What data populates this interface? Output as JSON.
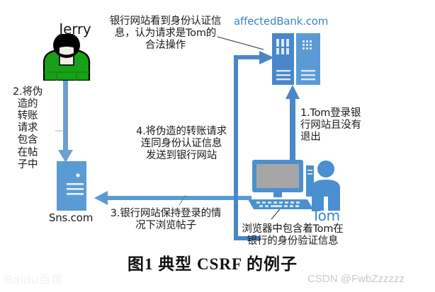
{
  "figure": {
    "caption": "图1  典型 CSRF 的例子",
    "background_color": "#ffffff"
  },
  "actors": {
    "attacker": {
      "name": "Jerry",
      "body_color": "#18a018",
      "hair_color": "#000000",
      "face_color": "#f2f0e6"
    },
    "victim": {
      "name": "Tom",
      "color": "#4a90d0"
    }
  },
  "nodes": {
    "sns_server": {
      "label": "Sns.com",
      "color": "#5b9bd5"
    },
    "bank_server": {
      "label": "affectedBank.com",
      "color": "#4a86c8",
      "label_color": "#3d85c8"
    },
    "computer": {
      "screen_color": "#a6a6a6",
      "frame_color": "#4a90d0"
    }
  },
  "annotations": {
    "top_note": "银行网站看到身份认证信\n息，认为请求是Tom的\n合法操作",
    "step1": "1.Tom登录银\n行网站且没有\n退出",
    "step2": "2.将伪\n造的\n转账\n请求\n包含\n在帖\n子中",
    "step3": "3.银行网站保持登录的情\n况下浏览帖子",
    "step4": "4.将伪造的转账请求\n连同身份认证信息\n发送到银行网站",
    "browser_note": "浏览器中包含着Tom在\n银行的身份验证信息"
  },
  "arrows": {
    "color": "#5b9bd5",
    "dark_color": "#3f7fbf",
    "items": [
      {
        "name": "jerry-to-sns",
        "direction": "down"
      },
      {
        "name": "tom-to-bank",
        "direction": "up"
      },
      {
        "name": "sns-to-computer",
        "direction": "left"
      },
      {
        "name": "computer-to-bank",
        "direction": "right"
      }
    ]
  },
  "watermarks": {
    "csdn": "CSDN @FwbZzzzzz",
    "baidu": "Baidu百度"
  }
}
